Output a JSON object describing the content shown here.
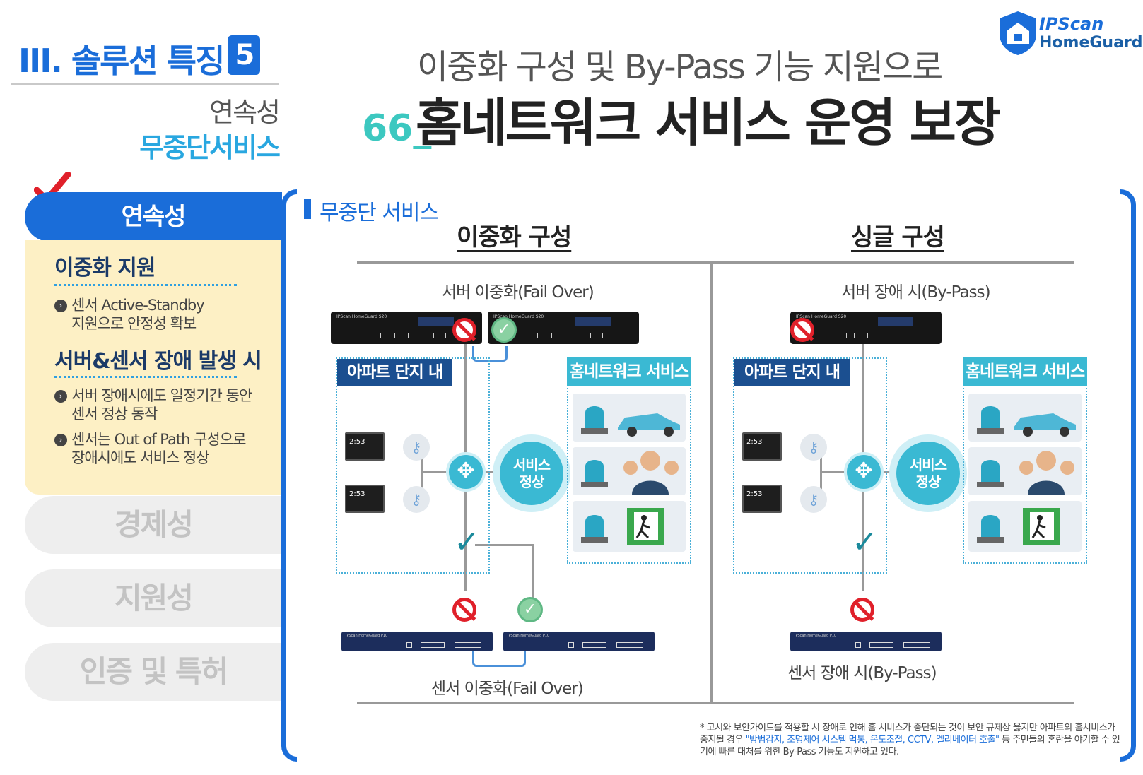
{
  "section": {
    "title": "III. 솔루션 특징",
    "number": "5",
    "sub1": "연속성",
    "sub2": "무중단서비스"
  },
  "headline": {
    "line1": "이중화 구성 및 By-Pass 기능 지원으로",
    "line2": "홈네트워크 서비스 운영 보장",
    "quote_mark": "66_"
  },
  "logo": {
    "brand1": "IPScan",
    "brand2": "HomeGuard"
  },
  "sidebar": {
    "active_tab": "연속성",
    "groups": [
      {
        "heading": "이중화 지원",
        "items": [
          "센서 Active-Standby\n지원으로 안정성 확보"
        ]
      },
      {
        "heading": "서버&센서 장애 발생 시",
        "items": [
          "서버 장애시에도 일정기간 동안\n센서 정상 동작",
          "센서는 Out of Path 구성으로\n장애시에도 서비스 정상"
        ]
      }
    ],
    "tabs": [
      "경제성",
      "지원성",
      "인증 및 특허"
    ]
  },
  "main": {
    "title": "무중단 서비스",
    "left": {
      "heading": "이중화 구성",
      "server_caption": "서버 이중화(Fail Over)",
      "zone_label": "아파트 단지 내",
      "service_label": "홈네트워크 서비스",
      "center_label": "서비스\n정상",
      "sensor_caption": "센서 이중화(Fail Over)"
    },
    "right": {
      "heading": "싱글 구성",
      "server_caption": "서버 장애 시(By-Pass)",
      "zone_label": "아파트 단지 내",
      "service_label": "홈네트워크 서비스",
      "center_label": "서비스\n정상",
      "sensor_caption": "센서 장애 시(By-Pass)"
    },
    "device": {
      "server_label": "IPScan HomeGuard S20",
      "sensor_label": "IPScan HomeGuard P10",
      "wallpad_time": "2:53"
    }
  },
  "footnote": {
    "part1": "* 고시와 보안가이드를 적용할 시 장애로 인해 홈 서비스가 중단되는 것이 보안 규제상 옳지만 아파트의 홈서비스가 중지될 경우 ",
    "highlight": "\"방범감지, 조명제어 시스템 먹통, 온도조절, CCTV, 엘리베이터 호출\"",
    "part2": " 등 주민들의 혼란을 야기할 수 있기에 빠른 대처를 위한 By-Pass 기능도 지원하고 있다."
  },
  "colors": {
    "primary": "#1a6dd9",
    "cyan": "#3ab9d3",
    "navy": "#1b4f90",
    "panel": "#fdf0c5"
  }
}
